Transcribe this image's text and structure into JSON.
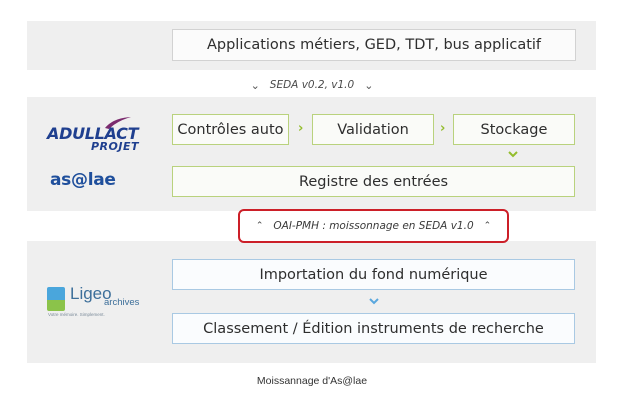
{
  "top": {
    "applications": "Applications métiers, GED, TDT, bus applicatif"
  },
  "seda_label": "SEDA v0.2, v1.0",
  "logos": {
    "adullact_main": "ADULLACT",
    "adullact_sub": "PROJET",
    "asalae": "as@lae",
    "ligeo_main": "Ligeo",
    "ligeo_sub": "archives",
    "ligeo_tagline": "Votre mémoire. Simplement."
  },
  "pipeline": {
    "controles": "Contrôles auto",
    "validation": "Validation",
    "stockage": "Stockage",
    "registre": "Registre des entrées"
  },
  "oai_label": "OAI-PMH : moissonnage en SEDA v1.0",
  "ligeo_steps": {
    "importation": "Importation du fond numérique",
    "classement": "Classement / Édition instruments de recherche"
  },
  "caption": "Moissannage d'As@lae",
  "colors": {
    "band": "#efefef",
    "green_border": "#b9d27d",
    "green_arrow": "#94bd2d",
    "blue_border": "#a9c9e3",
    "blue_arrow": "#5aa7de",
    "highlight_red": "#cc1f28",
    "adullact_blue": "#1f3f8f",
    "adullact_swoosh": "#7b2b6e"
  }
}
